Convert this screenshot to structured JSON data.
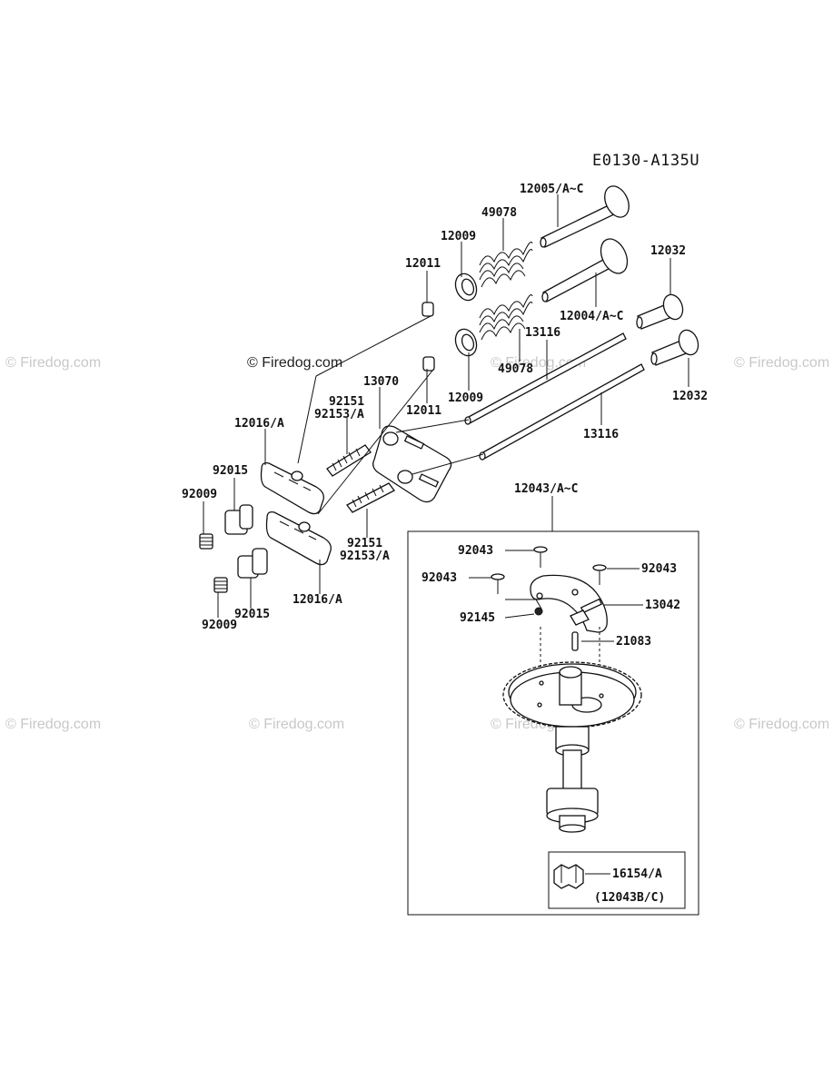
{
  "diagram_code": "E0130-A135U",
  "copyright": "© Firedog.com",
  "watermark": "© Firedog.com",
  "parts": {
    "p12005": "12005/A~C",
    "p49078a": "49078",
    "p12009a": "12009",
    "p12011a": "12011",
    "p12032a": "12032",
    "p12004": "12004/A~C",
    "p13116a": "13116",
    "p49078b": "49078",
    "p12032b": "12032",
    "p13070": "13070",
    "p12009b": "12009",
    "p92151a": "92151",
    "p92153a": "92153/A",
    "p12011b": "12011",
    "p12016a": "12016/A",
    "p13116b": "13116",
    "p92015a": "92015",
    "p92009a": "92009",
    "p12043": "12043/A~C",
    "p92151b": "92151",
    "p92153b": "92153/A",
    "p92043a": "92043",
    "p92043b": "92043",
    "p92043c": "92043",
    "p13042": "13042",
    "p92145": "92145",
    "p21083": "21083",
    "p12016b": "12016/A",
    "p92015b": "92015",
    "p92009b": "92009",
    "p16154": "16154/A",
    "p12043bc": "(12043B/C)"
  }
}
